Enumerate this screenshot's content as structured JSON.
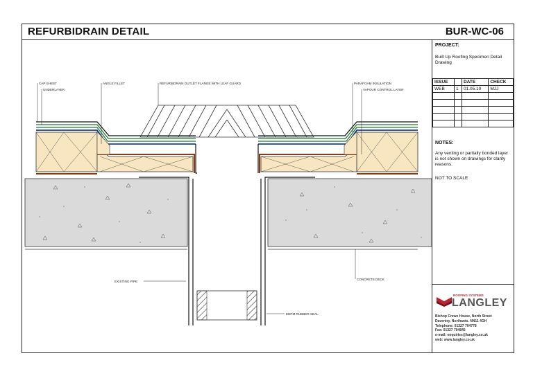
{
  "header": {
    "title": "REFURBIDRAIN DETAIL",
    "code": "BUR-WC-06"
  },
  "project": {
    "heading": "PROJECT:",
    "text": "Built Up Roofing Specimen Detail Drawing"
  },
  "issue_table": {
    "headers": [
      "ISSUE",
      "",
      "DATE",
      "CHECK"
    ],
    "rows": [
      [
        "WEB",
        "1",
        "01.05.10",
        "MJJ"
      ],
      [
        "",
        "",
        "",
        ""
      ],
      [
        "",
        "",
        "",
        ""
      ],
      [
        "",
        "",
        "",
        ""
      ],
      [
        "",
        "",
        "",
        ""
      ],
      [
        "",
        "",
        "",
        ""
      ]
    ]
  },
  "notes": {
    "heading": "NOTES:",
    "text": "Any venting or partially bonded layer is not shown on drawings for clarity reasons.",
    "scale": "NOT TO SCALE"
  },
  "logo": {
    "small": "ROOFING SYSTEMS",
    "name": "LANGLEY"
  },
  "address": {
    "line1": "Bishop Crewe House, North Street",
    "line2": "Daventry, Northants. NN11 4GH",
    "line3": "Telephone: 01327 704778",
    "line4": "Fax: 01327 704845",
    "line5": "e-mail: enquiries@langley.co.uk",
    "line6": "web: www.langley.co.uk"
  },
  "labels": {
    "cap_sheet": "CAP SHEET",
    "underlayer": "UNDERLAYER",
    "angle_fillet": "ANGLE FILLET",
    "outlet": "REFURBIDRAIN OUTLET FLANGE WITH LEAF GUARD",
    "insulation": "PARAFOAM INSULATION",
    "vcl": "VAPOUR CONTROL LAYER",
    "existing_pipe": "EXISTING PIPE",
    "seal": "EDPM RUBBER SEAL",
    "deck": "CONCRETE DECK"
  },
  "colors": {
    "insulation": "#f7e6c0",
    "concrete": "#dadada",
    "membrane_green": "#1e7a2e",
    "membrane_blue": "#1b3fa5",
    "vcl_brown": "#8b3a12",
    "logo_red": "#c21f2c"
  }
}
